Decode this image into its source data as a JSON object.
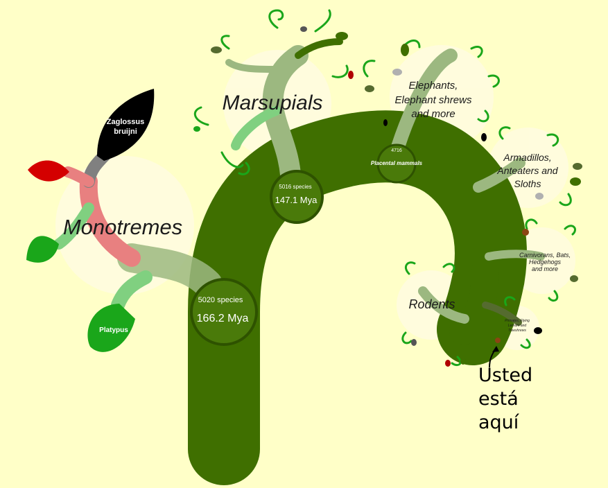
{
  "colors": {
    "background": "#ffffc8",
    "trunk": "#3f6f00",
    "node_fill": "#4a7a0a",
    "node_ring": "#2e5200",
    "halo": "#fffce0",
    "leaf_green": "#1aa61a",
    "leaf_red": "#d40000",
    "leaf_black": "#000000",
    "monotreme_pink": "#e88080",
    "sage": "#9cb880"
  },
  "nodes": {
    "root": {
      "species": "5020 species",
      "age": "166.2 Mya"
    },
    "marsupial_split": {
      "species": "5016 species",
      "age": "147.1 Mya"
    },
    "placental": {
      "species": "4716",
      "name": "Placental mammals"
    }
  },
  "clades": {
    "monotremes": "Monotremes",
    "marsupials": "Marsupials",
    "elephants": [
      "Elephants,",
      "Elephant shrews",
      "and more"
    ],
    "armadillos": [
      "Armadillos,",
      "Anteaters and",
      "Sloths"
    ],
    "carnivorans": [
      "Carnivorans, Bats,",
      "Hedgehogs",
      "and more"
    ],
    "rodents": "Rodents",
    "primates": [
      "Primates, Flying",
      "Lemurs and",
      "Treeshrews"
    ]
  },
  "leaves": {
    "zaglossus": [
      "Zaglossus",
      "bruijni"
    ],
    "platypus": "Platypus"
  },
  "marker": [
    "Usted",
    "está",
    "aquí"
  ]
}
